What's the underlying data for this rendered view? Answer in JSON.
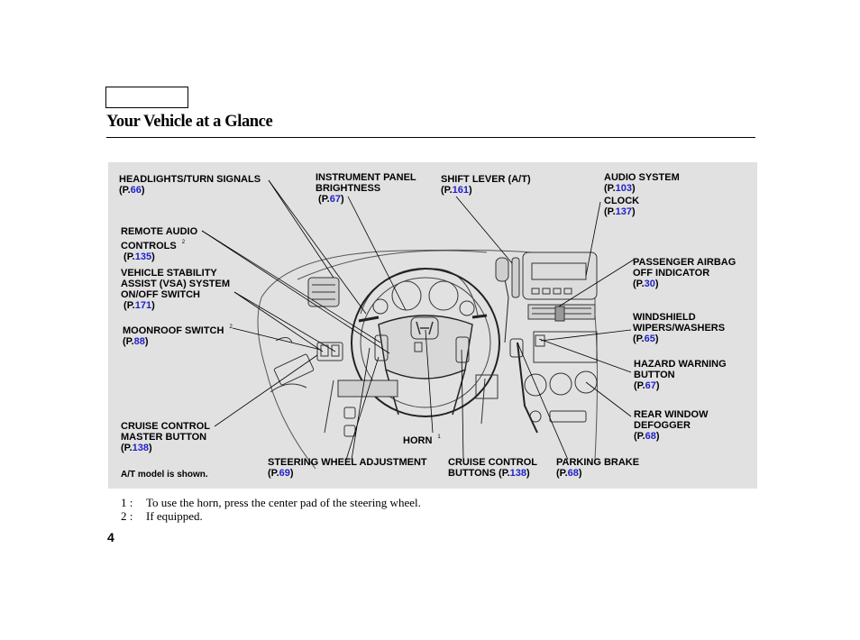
{
  "page": {
    "title": "Your Vehicle at a Glance",
    "number": "4"
  },
  "labels": [
    {
      "id": "headlights",
      "lines": [
        "HEADLIGHTS/TURN SIGNALS"
      ],
      "ref": "66",
      "fn": ""
    },
    {
      "id": "instrument-panel",
      "lines": [
        "INSTRUMENT PANEL",
        "BRIGHTNESS"
      ],
      "ref": "67",
      "fn": ""
    },
    {
      "id": "shift-lever",
      "lines": [
        "SHIFT LEVER (A/T)"
      ],
      "ref": "161",
      "fn": ""
    },
    {
      "id": "audio-system",
      "lines": [
        "AUDIO SYSTEM"
      ],
      "ref": "103",
      "fn": ""
    },
    {
      "id": "clock",
      "lines": [
        "CLOCK"
      ],
      "ref": "137",
      "fn": ""
    },
    {
      "id": "remote-audio",
      "lines": [
        "REMOTE AUDIO",
        "CONTROLS"
      ],
      "ref": "135",
      "fn": "2"
    },
    {
      "id": "passenger-airbag",
      "lines": [
        "PASSENGER AIRBAG",
        "OFF INDICATOR"
      ],
      "ref": "30",
      "fn": ""
    },
    {
      "id": "vsa",
      "lines": [
        "VEHICLE STABILITY",
        "ASSIST (VSA) SYSTEM",
        "ON/OFF SWITCH"
      ],
      "ref": "171",
      "fn": ""
    },
    {
      "id": "windshield-wipers",
      "lines": [
        "WINDSHIELD",
        "WIPERS/WASHERS"
      ],
      "ref": "65",
      "fn": ""
    },
    {
      "id": "moonroof",
      "lines": [
        "MOONROOF SWITCH"
      ],
      "ref": "88",
      "fn": "2"
    },
    {
      "id": "hazard",
      "lines": [
        "HAZARD WARNING",
        "BUTTON"
      ],
      "ref": "67",
      "fn": ""
    },
    {
      "id": "rear-defogger",
      "lines": [
        "REAR WINDOW",
        "DEFOGGER"
      ],
      "ref": "68",
      "fn": ""
    },
    {
      "id": "cruise-master",
      "lines": [
        "CRUISE CONTROL",
        "MASTER BUTTON"
      ],
      "ref": "138",
      "fn": ""
    },
    {
      "id": "horn",
      "lines": [
        "HORN"
      ],
      "ref": "",
      "fn": "1"
    },
    {
      "id": "steering-adjust",
      "lines": [
        "STEERING WHEEL ADJUSTMENT"
      ],
      "ref": "69",
      "fn": ""
    },
    {
      "id": "cruise-buttons",
      "lines": [
        "CRUISE CONTROL",
        "BUTTONS"
      ],
      "ref": "138",
      "fn": ""
    },
    {
      "id": "parking-brake",
      "lines": [
        "PARKING BRAKE"
      ],
      "ref": "68",
      "fn": ""
    }
  ],
  "note": "A/T model is shown.",
  "footnotes": [
    {
      "num": "1 :",
      "text": "To use the horn, press the center pad of the steering wheel."
    },
    {
      "num": "2 :",
      "text": "If equipped."
    }
  ]
}
